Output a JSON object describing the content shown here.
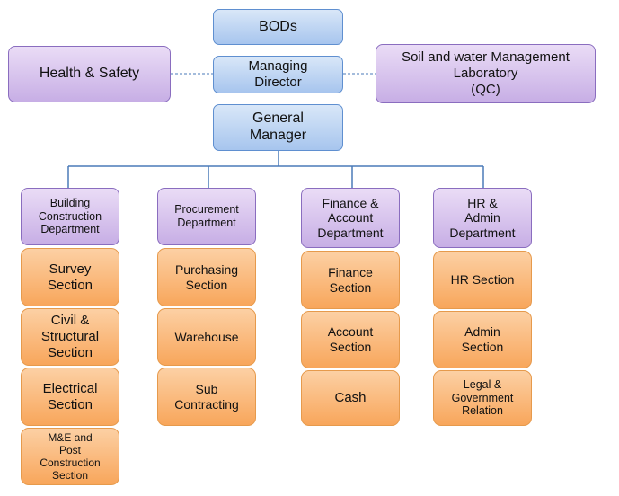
{
  "top": {
    "bods": "BODs",
    "managing_director": "Managing\nDirector",
    "general_manager": "General\nManager",
    "health_safety": "Health & Safety",
    "lab": "Soil and water Management\nLaboratory\n(QC)"
  },
  "departments": [
    {
      "name": "Building\nConstruction\nDepartment",
      "sections": [
        "Survey\nSection",
        "Civil  &\nStructural\nSection",
        "Electrical\nSection",
        "M&E and\nPost\nConstruction\nSection"
      ]
    },
    {
      "name": "Procurement\nDepartment",
      "sections": [
        "Purchasing\nSection",
        "Warehouse",
        "Sub\nContracting"
      ]
    },
    {
      "name": "Finance &\nAccount\nDepartment",
      "sections": [
        "Finance\nSection",
        "Account\nSection",
        "Cash"
      ]
    },
    {
      "name": "HR &\nAdmin\nDepartment",
      "sections": [
        "HR Section",
        "Admin\nSection",
        "Legal &\nGovernment\nRelation"
      ]
    }
  ],
  "colors": {
    "blue_border": "#5f8fd0",
    "purple_border": "#8a6dbf",
    "orange_fill": "#f8a65b",
    "connector": "#4a7ab8"
  }
}
